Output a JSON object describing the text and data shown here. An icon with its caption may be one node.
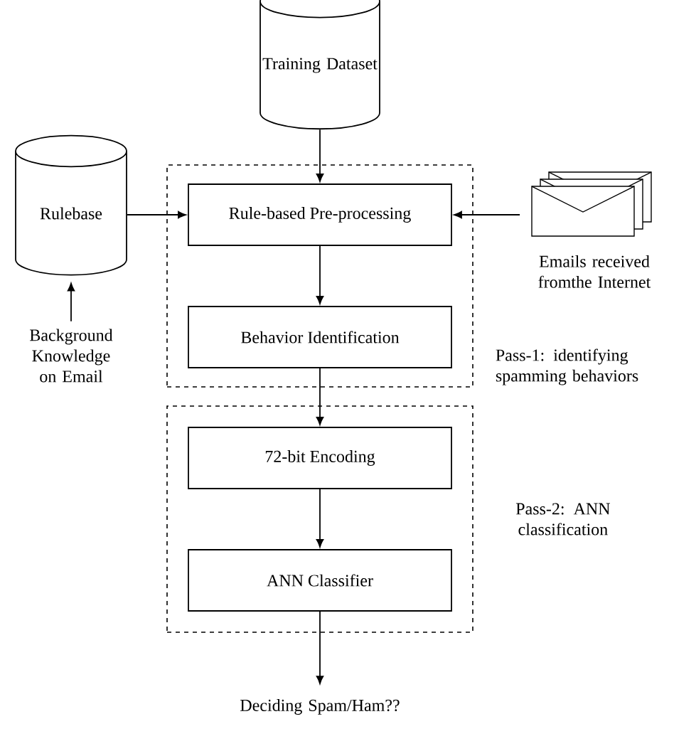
{
  "diagram": {
    "nodes": [
      {
        "text": [
          "Training Dataset"
        ]
      },
      {
        "text": [
          "Rulebase"
        ]
      },
      {
        "text": [
          "Pass-1: identifying spamming behaviors"
        ]
      },
      {
        "text": [
          "Rule-based Pre-processing"
        ],
        "in": 2
      },
      {
        "text": [
          "Behavior Identification"
        ],
        "in": 2
      },
      {
        "text": [],
        "shape": "picture",
        "beside": [
          "Emails received fromthe Internet"
        ]
      },
      {
        "text": [
          "Background Knowledge on Email"
        ]
      },
      {
        "text": [
          "Pass-2: ANN classification"
        ]
      },
      {
        "text": [
          "72-bit Encoding"
        ],
        "in": 7
      },
      {
        "text": [
          "ANN Classifier"
        ],
        "in": 7
      },
      {
        "text": [
          "Deciding Spam/Ham??"
        ]
      }
    ],
    "edges": [
      {
        "from": 0,
        "to": 3,
        "arrow": "to"
      },
      {
        "from": 1,
        "to": 3,
        "arrow": "to"
      },
      {
        "from": 5,
        "to": 3,
        "arrow": "to"
      },
      {
        "from": 6,
        "to": 1,
        "arrow": "to"
      },
      {
        "from": 3,
        "to": 4,
        "arrow": "to"
      },
      {
        "from": 4,
        "to": 8,
        "arrow": "to"
      },
      {
        "from": 8,
        "to": 9,
        "arrow": "to"
      },
      {
        "from": 9,
        "to": 10,
        "arrow": "to"
      }
    ]
  }
}
